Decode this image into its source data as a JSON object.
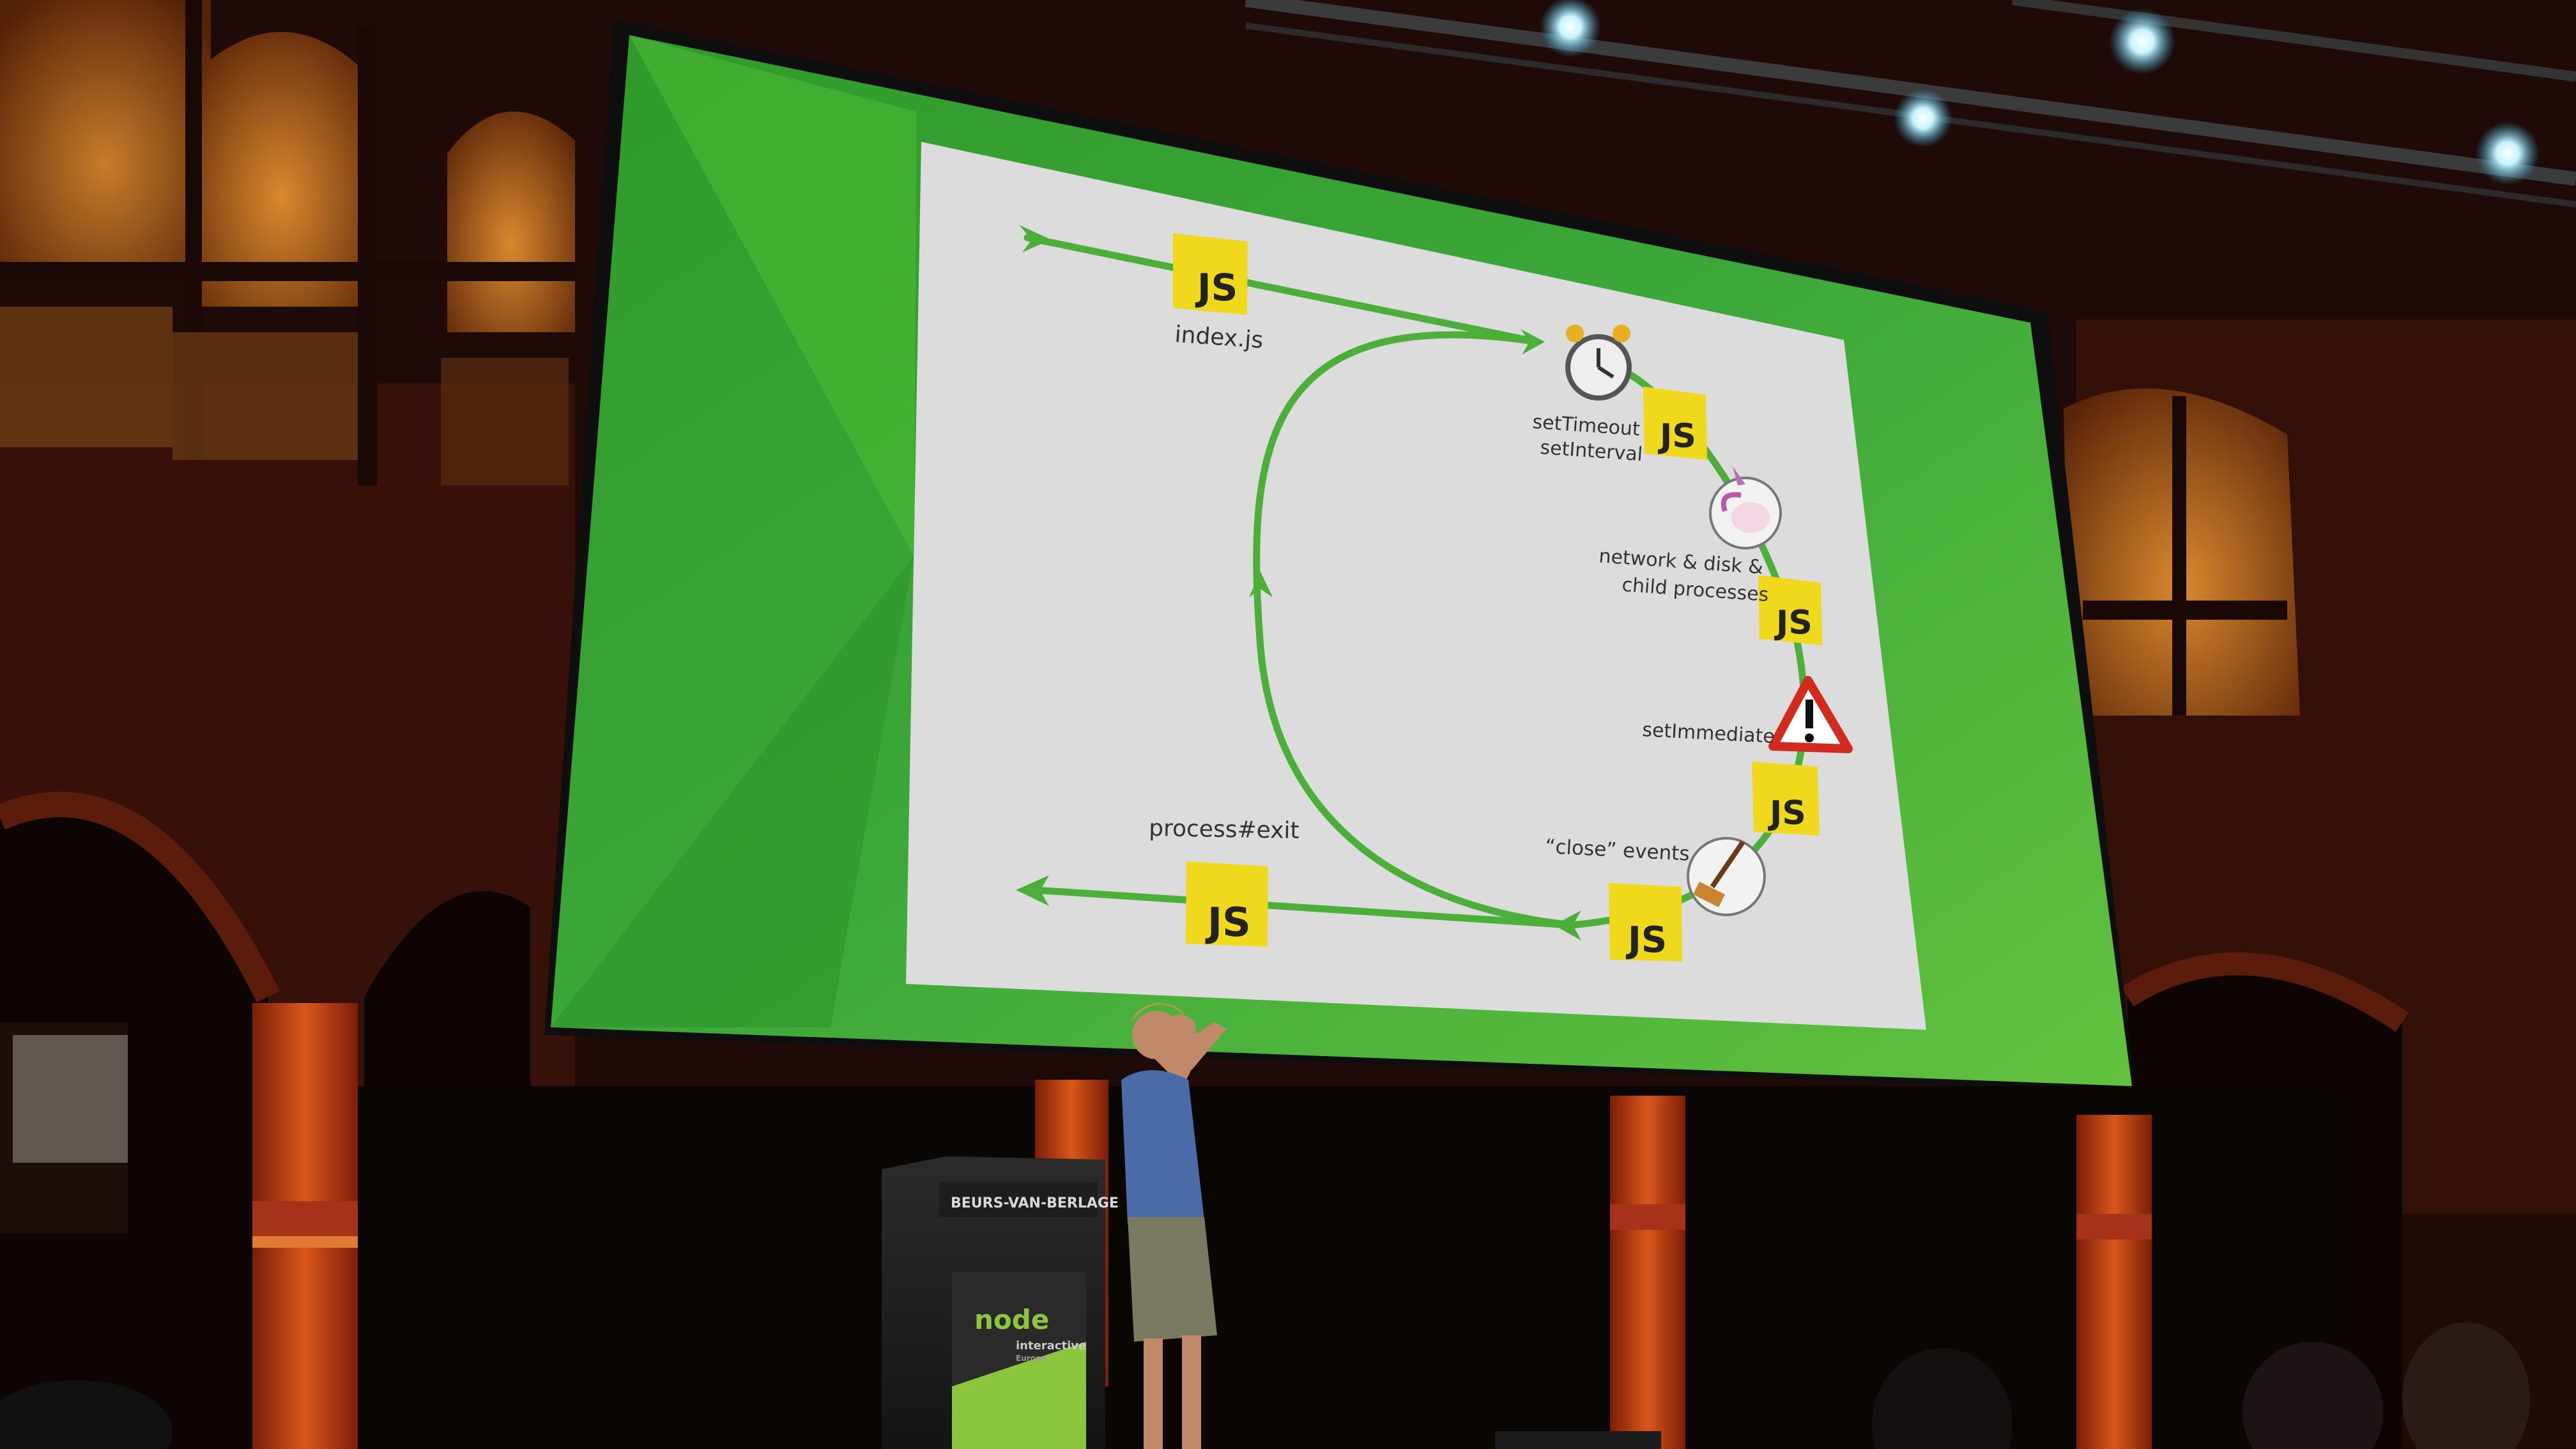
{
  "scene": {
    "venue": "BEURS-VAN-BERLAGE",
    "podium_logo_word": "node",
    "podium_logo_sub": "interactive",
    "podium_logo_small": "Europe"
  },
  "slide": {
    "js_badge": "JS",
    "labels": {
      "index": "index.js",
      "timers_1": "setTimeout",
      "timers_2": "setInterval",
      "poll_1": "network & disk &",
      "poll_2": "child processes",
      "check": "setImmediate",
      "close": "“close” events",
      "exit": "process#exit"
    },
    "icons": [
      "alarm-clock-icon",
      "unicorn-icon",
      "warning-icon",
      "broom-icon"
    ]
  },
  "colors": {
    "screen_green": "#3aa53a",
    "loop_green": "#4caf3a",
    "js_yellow": "#f0d81c",
    "slide_bg": "#dcdcdc",
    "brick": "#5a1a0c"
  }
}
